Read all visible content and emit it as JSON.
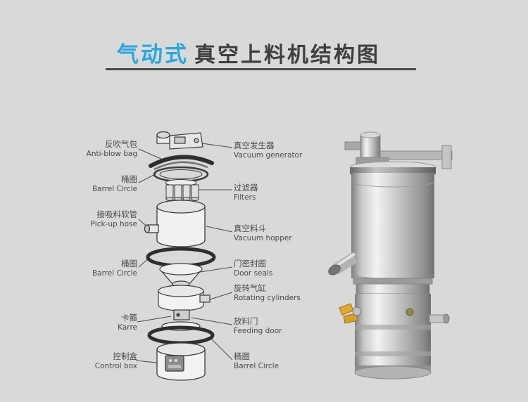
{
  "header": {
    "title_highlight": "气动式",
    "title_rest": "真空上料机结构图"
  },
  "colors": {
    "accent_blue": "#29a8e0",
    "title_dark": "#3f3f3f",
    "background": "#d9d9d9",
    "line_dark": "#3b3b3b"
  },
  "diagram": {
    "left_labels": [
      {
        "zh": "反吹气包",
        "en": "Anti-blow bag"
      },
      {
        "zh": "桶圈",
        "en": "Barrel Circle"
      },
      {
        "zh": "接吸料软管",
        "en": "Pick-up hose"
      },
      {
        "zh": "桶圈",
        "en": "Barrel Circle"
      },
      {
        "zh": "卡箍",
        "en": "Karre"
      },
      {
        "zh": "控制盒",
        "en": "Control box"
      }
    ],
    "right_labels": [
      {
        "zh": "真空发生器",
        "en": "Vacuum generator"
      },
      {
        "zh": "过滤器",
        "en": "Filters"
      },
      {
        "zh": "真空料斗",
        "en": "Vacuum hopper"
      },
      {
        "zh": "门密封圈",
        "en": "Door seals"
      },
      {
        "zh": "旋转气缸",
        "en": "Rotating cylinders"
      },
      {
        "zh": "放料门",
        "en": "Feeding door"
      },
      {
        "zh": "桶圈",
        "en": "Barrel Circle"
      }
    ]
  }
}
